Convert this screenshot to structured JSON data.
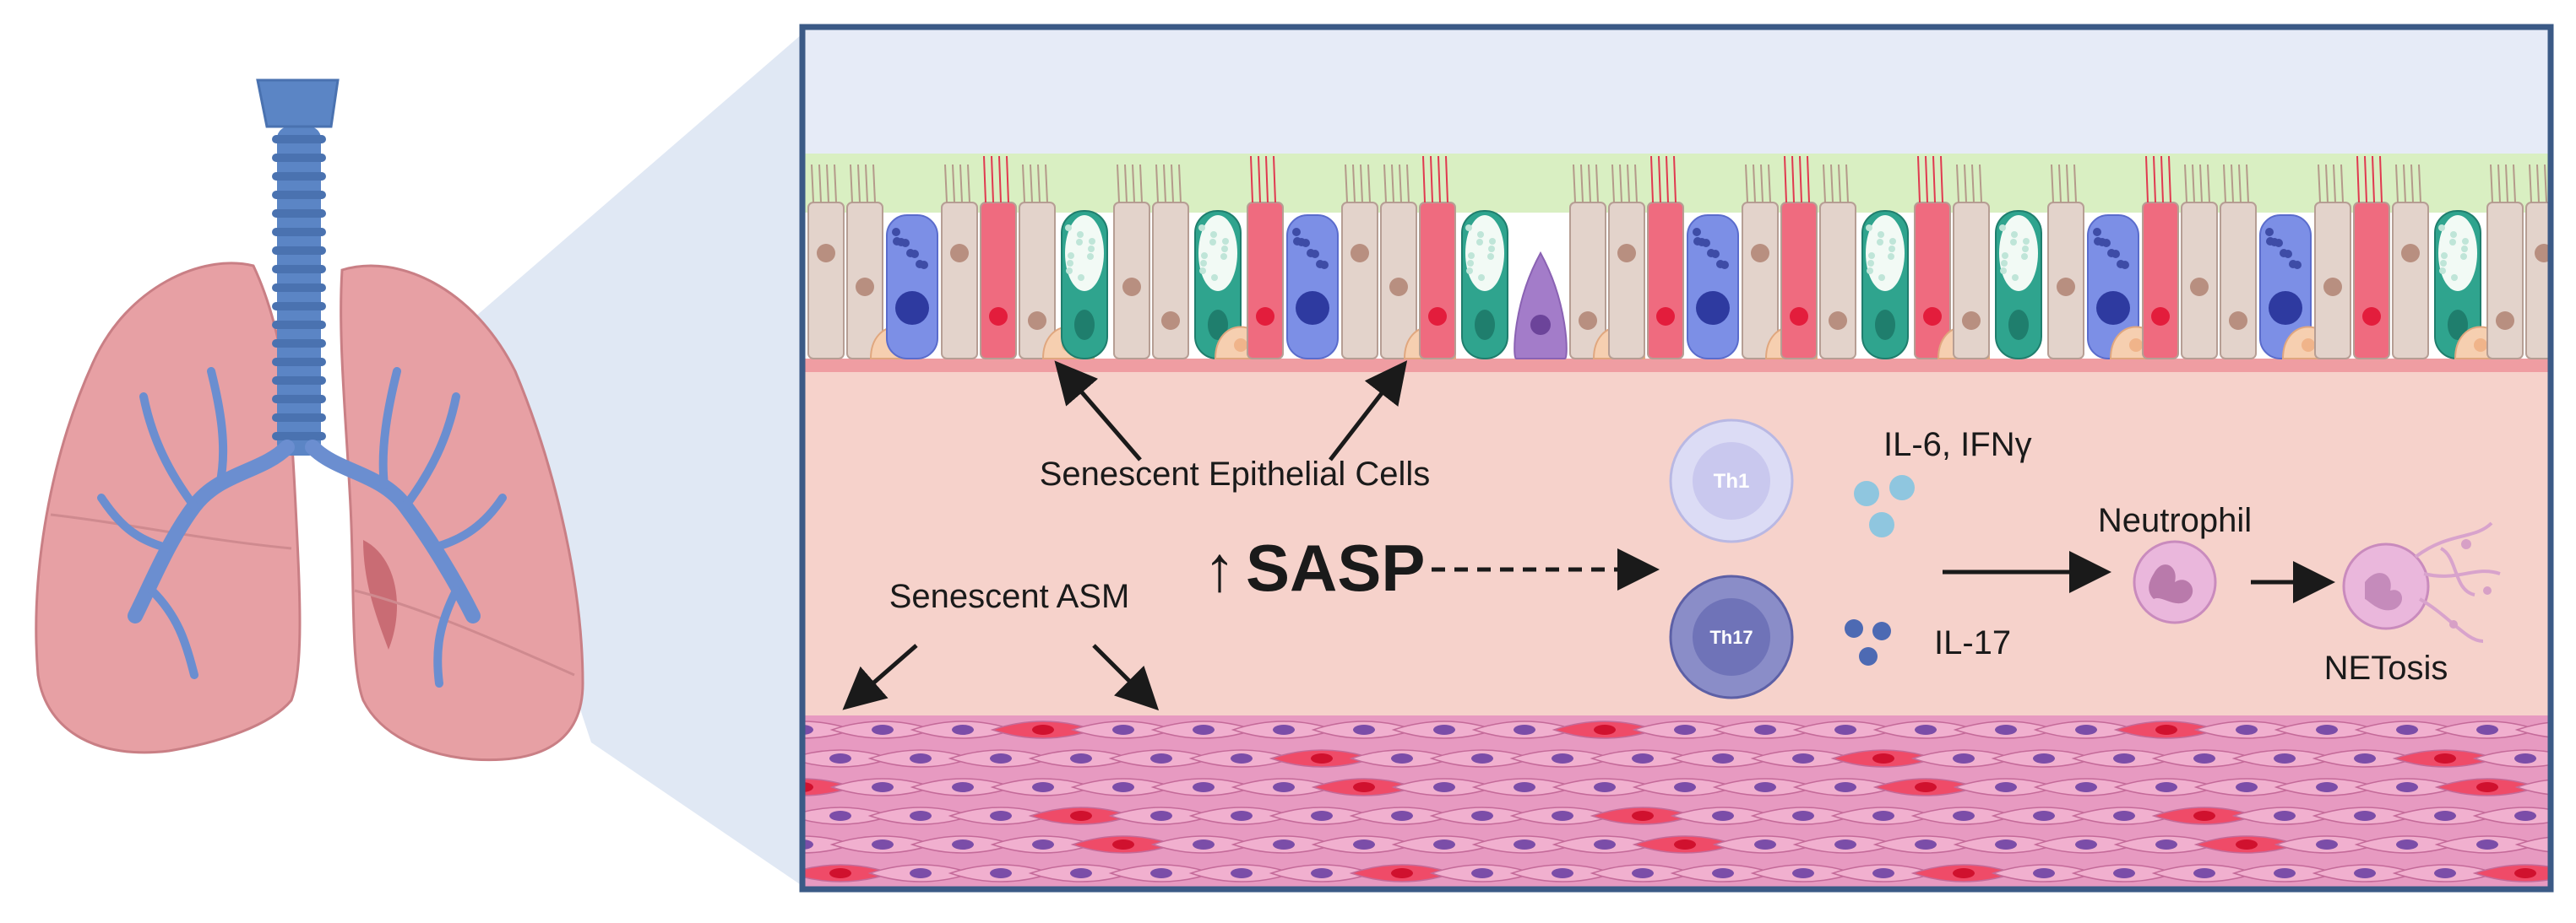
{
  "labels": {
    "senescent_epithelial": "Senescent Epithelial Cells",
    "senescent_asm": "Senescent ASM",
    "sasp_arrow": "↑",
    "sasp": "SASP",
    "th1": "Th1",
    "th17": "Th17",
    "il6_ifng": "IL-6, IFNγ",
    "il17": "IL-17",
    "neutrophil": "Neutrophil",
    "netosis": "NETosis"
  },
  "colors": {
    "panel_border": "#3b5a86",
    "lumen": "#e6ebf7",
    "cilia_band": "#d9efc2",
    "submucosa": "#f6d2cb",
    "muscle_layer": "#e79ac1",
    "ciliated_cell": "#e3d3cb",
    "senescent_cell": "#ef6b7f",
    "goblet_cell": "#2fa48e",
    "club_cell": "#7c8fe6",
    "basal_cell": "#f6cfb0",
    "neuroendocrine_cell": "#a37cc9",
    "lung": "#e7a0a4",
    "trachea": "#5b85c5",
    "th1_cell": "#c9c8ee",
    "th17_cell": "#6f73b8",
    "neutrophil_cell": "#eab7dc"
  }
}
